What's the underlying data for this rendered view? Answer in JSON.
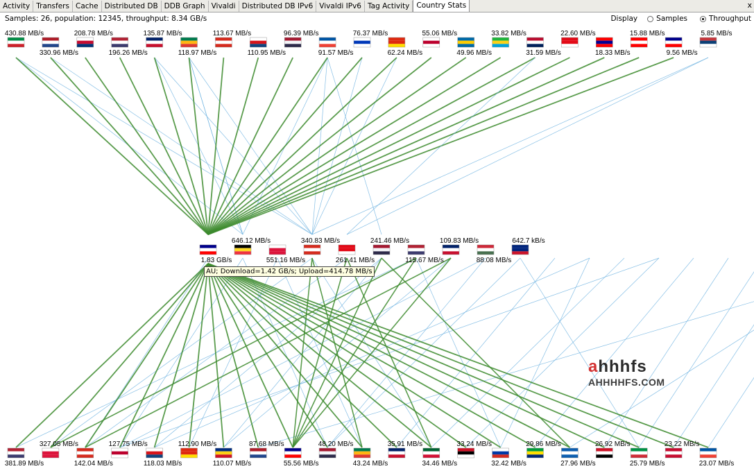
{
  "tabs": [
    {
      "label": "Activity",
      "active": false
    },
    {
      "label": "Transfers",
      "active": false
    },
    {
      "label": "Cache",
      "active": false
    },
    {
      "label": "Distributed DB",
      "active": false
    },
    {
      "label": "DDB Graph",
      "active": false
    },
    {
      "label": "Vivaldi",
      "active": false
    },
    {
      "label": "Distributed DB IPv6",
      "active": false
    },
    {
      "label": "Vivaldi IPv6",
      "active": false
    },
    {
      "label": "Tag Activity",
      "active": false
    },
    {
      "label": "Country Stats",
      "active": true
    }
  ],
  "close_label": "x",
  "header": {
    "summary": "Samples: 26, population: 12345, throughput: 8.34 GB/s"
  },
  "display": {
    "label": "Display",
    "options": [
      {
        "label": "Samples",
        "selected": false
      },
      {
        "label": "Throughput",
        "selected": true
      }
    ]
  },
  "tooltip": "AU; Download=1.42 GB/s; Upload=414.78 MB/s",
  "watermark": {
    "logo_a": "a",
    "logo_rest": "hhhfs",
    "url": "AHHHHFS.COM"
  },
  "top_row": [
    {
      "label": "430.88 MB/s",
      "colors": [
        "#008c45",
        "#ffffff",
        "#cd212a"
      ]
    },
    {
      "label": "330.96 MB/s",
      "colors": [
        "#ae1c28",
        "#ffffff",
        "#21468b"
      ]
    },
    {
      "label": "208.78 MB/s",
      "colors": [
        "#ffffff",
        "#c60c30",
        "#003478"
      ]
    },
    {
      "label": "196.26 MB/s",
      "colors": [
        "#b22234",
        "#ffffff",
        "#3c3b6e"
      ]
    },
    {
      "label": "135.87 MB/s",
      "colors": [
        "#012169",
        "#ffffff",
        "#c8102e"
      ]
    },
    {
      "label": "118.97 MB/s",
      "colors": [
        "#007a4d",
        "#ffb612",
        "#de3831"
      ]
    },
    {
      "label": "113.67 MB/s",
      "colors": [
        "#d52b1e",
        "#ffffff",
        "#d52b1e"
      ]
    },
    {
      "label": "110.95 MB/s",
      "colors": [
        "#ffffff",
        "#d7141a",
        "#11457e"
      ]
    },
    {
      "label": "96.39 MB/s",
      "colors": [
        "#a51931",
        "#f4f5f8",
        "#2d2a4a"
      ]
    },
    {
      "label": "91.57 MB/s",
      "colors": [
        "#0055a4",
        "#ffffff",
        "#ef4135"
      ]
    },
    {
      "label": "76.37 MB/s",
      "colors": [
        "#ffffff",
        "#0038b8",
        "#ffffff"
      ]
    },
    {
      "label": "62.24 MB/s",
      "colors": [
        "#de2910",
        "#de2910",
        "#ffde00"
      ]
    },
    {
      "label": "55.06 MB/s",
      "colors": [
        "#ffffff",
        "#bc002d",
        "#ffffff"
      ]
    },
    {
      "label": "49.96 MB/s",
      "colors": [
        "#006aa7",
        "#fecc00",
        "#006aa7"
      ]
    },
    {
      "label": "33.82 MB/s",
      "colors": [
        "#1eb53a",
        "#fcd116",
        "#00a3dd"
      ]
    },
    {
      "label": "31.59 MB/s",
      "colors": [
        "#ba0c2f",
        "#ffffff",
        "#00205b"
      ]
    },
    {
      "label": "22.60 MB/s",
      "colors": [
        "#e30a17",
        "#e30a17",
        "#ffffff"
      ]
    },
    {
      "label": "18.33 MB/s",
      "colors": [
        "#fe0000",
        "#000095",
        "#fe0000"
      ]
    },
    {
      "label": "15.88 MB/s",
      "colors": [
        "#ff0000",
        "#ffffff",
        "#ff0000"
      ]
    },
    {
      "label": "9.56 MB/s",
      "colors": [
        "#00008b",
        "#ffffff",
        "#ff0000"
      ]
    },
    {
      "label": "5.85 MB/s",
      "colors": [
        "#c6363c",
        "#0c4076",
        "#ffffff"
      ]
    }
  ],
  "middle_row": [
    {
      "label": "1.83 GB/s",
      "colors": [
        "#00008b",
        "#ffffff",
        "#ff0000"
      ]
    },
    {
      "label": "646.12 MB/s",
      "colors": [
        "#000000",
        "#fdda24",
        "#ef3340"
      ]
    },
    {
      "label": "551.16 MB/s",
      "colors": [
        "#ffffff",
        "#dc143c",
        "#dc143c"
      ]
    },
    {
      "label": "340.83 MB/s",
      "colors": [
        "#d52b1e",
        "#ffffff",
        "#d52b1e"
      ]
    },
    {
      "label": "261.41 MB/s",
      "colors": [
        "#e30a17",
        "#e30a17",
        "#ffffff"
      ]
    },
    {
      "label": "241.46 MB/s",
      "colors": [
        "#a51931",
        "#f4f5f8",
        "#2d2a4a"
      ]
    },
    {
      "label": "115.67 MB/s",
      "colors": [
        "#b22234",
        "#ffffff",
        "#3c3b6e"
      ]
    },
    {
      "label": "109.83 MB/s",
      "colors": [
        "#012169",
        "#ffffff",
        "#c8102e"
      ]
    },
    {
      "label": "88.08 MB/s",
      "colors": [
        "#ce2939",
        "#ffffff",
        "#477050"
      ]
    },
    {
      "label": "642.7 kB/s",
      "colors": [
        "#00247d",
        "#00247d",
        "#cc142b"
      ]
    }
  ],
  "bottom_row": [
    {
      "label": "381.89 MB/s",
      "colors": [
        "#b22234",
        "#ffffff",
        "#3c3b6e"
      ]
    },
    {
      "label": "327.05 MB/s",
      "colors": [
        "#ffffff",
        "#dc143c",
        "#dc143c"
      ]
    },
    {
      "label": "142.04 MB/s",
      "colors": [
        "#d52b1e",
        "#ffffff",
        "#d52b1e"
      ]
    },
    {
      "label": "127.75 MB/s",
      "colors": [
        "#ffffff",
        "#bc002d",
        "#ffffff"
      ]
    },
    {
      "label": "118.03 MB/s",
      "colors": [
        "#ffffff",
        "#d7141a",
        "#11457e"
      ]
    },
    {
      "label": "112.90 MB/s",
      "colors": [
        "#de2910",
        "#de2910",
        "#ffde00"
      ]
    },
    {
      "label": "110.07 MB/s",
      "colors": [
        "#002b7f",
        "#fcd116",
        "#ce1126"
      ]
    },
    {
      "label": "87.68 MB/s",
      "colors": [
        "#ae1c28",
        "#ffffff",
        "#21468b"
      ]
    },
    {
      "label": "55.56 MB/s",
      "colors": [
        "#00008b",
        "#ffffff",
        "#ff0000"
      ]
    },
    {
      "label": "48.20 MB/s",
      "colors": [
        "#a51931",
        "#f4f5f8",
        "#2d2a4a"
      ]
    },
    {
      "label": "43.24 MB/s",
      "colors": [
        "#007a4d",
        "#ffb612",
        "#de3831"
      ]
    },
    {
      "label": "35.91 MB/s",
      "colors": [
        "#012169",
        "#ffffff",
        "#c8102e"
      ]
    },
    {
      "label": "34.46 MB/s",
      "colors": [
        "#006233",
        "#ffffff",
        "#d21034"
      ]
    },
    {
      "label": "33.24 MB/s",
      "colors": [
        "#ce1126",
        "#000000",
        "#ffffff"
      ]
    },
    {
      "label": "32.42 MB/s",
      "colors": [
        "#ffffff",
        "#0039a6",
        "#d52b1e"
      ]
    },
    {
      "label": "29.86 MB/s",
      "colors": [
        "#009c3b",
        "#ffdf00",
        "#002776"
      ]
    },
    {
      "label": "27.96 MB/s",
      "colors": [
        "#0d5eaf",
        "#ffffff",
        "#0d5eaf"
      ]
    },
    {
      "label": "26.92 MB/s",
      "colors": [
        "#ce1126",
        "#ffffff",
        "#000000"
      ]
    },
    {
      "label": "25.79 MB/s",
      "colors": [
        "#009246",
        "#ffffff",
        "#ce2b37"
      ]
    },
    {
      "label": "23.22 MB/s",
      "colors": [
        "#c60c30",
        "#ffffff",
        "#c60c30"
      ]
    },
    {
      "label": "23.07 MB/s",
      "colors": [
        "#0055a4",
        "#ffffff",
        "#ef4135"
      ]
    }
  ],
  "links": {
    "download_top": [
      0,
      1,
      2,
      3,
      4,
      5,
      6,
      7,
      8,
      9,
      10,
      11,
      12,
      13,
      14,
      15,
      16,
      17,
      18,
      19
    ],
    "upload_top": [
      [
        0,
        3
      ],
      [
        4,
        3
      ],
      [
        5,
        3
      ],
      [
        9,
        3
      ],
      [
        10,
        3
      ],
      [
        1,
        3
      ],
      [
        11,
        3
      ],
      [
        20,
        3
      ],
      [
        5,
        1
      ],
      [
        9,
        5
      ]
    ],
    "download_bottom": [
      0,
      1,
      2,
      3,
      4,
      5,
      6,
      7,
      8,
      9,
      10,
      11,
      12,
      13,
      14,
      15,
      16,
      17,
      18,
      19,
      20
    ],
    "extra_bottom": [
      [
        3,
        8
      ],
      [
        6,
        8
      ],
      [
        4,
        8
      ],
      [
        7,
        8
      ],
      [
        5,
        8
      ],
      [
        7,
        2
      ],
      [
        6,
        1
      ],
      [
        3,
        10
      ],
      [
        4,
        12
      ],
      [
        5,
        16
      ]
    ],
    "upload_bottom": [
      [
        0,
        2
      ],
      [
        1,
        3
      ],
      [
        2,
        5
      ],
      [
        3,
        1
      ],
      [
        4,
        2
      ],
      [
        5,
        4
      ],
      [
        6,
        0
      ],
      [
        7,
        6
      ],
      [
        8,
        3
      ],
      [
        9,
        9
      ],
      [
        10,
        11
      ],
      [
        11,
        14
      ],
      [
        12,
        12
      ],
      [
        13,
        13
      ],
      [
        14,
        15
      ],
      [
        15,
        17
      ],
      [
        16,
        18
      ],
      [
        17,
        19
      ],
      [
        18,
        20
      ],
      [
        19,
        16
      ],
      [
        20,
        7
      ],
      [
        1,
        9
      ],
      [
        3,
        12
      ],
      [
        5,
        6
      ],
      [
        6,
        14
      ],
      [
        8,
        9
      ],
      [
        9,
        18
      ],
      [
        11,
        4
      ],
      [
        13,
        3
      ],
      [
        2,
        10
      ]
    ]
  },
  "colors": {
    "download": "#3d8b2e",
    "upload": "#6fb3e0"
  }
}
